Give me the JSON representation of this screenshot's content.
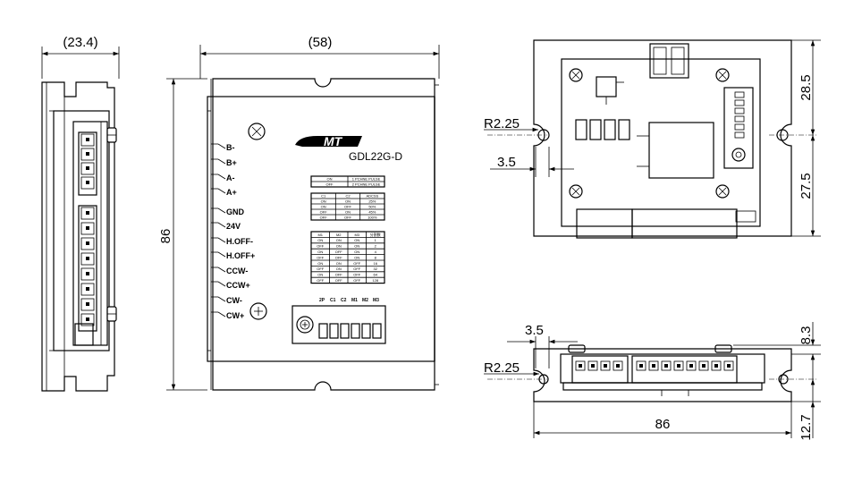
{
  "dimensions": {
    "side_width": "(23.4)",
    "front_width": "(58)",
    "height": "86",
    "radius_top": "R2.25",
    "hole_offset_top": "3.5",
    "upper_hole_height": "28.5",
    "lower_hole_height": "27.5",
    "bottom_offset": "3.5",
    "radius_bottom": "R2.25",
    "top_height": "8.3",
    "base_height": "12.7",
    "bottom_width": "86"
  },
  "front": {
    "logo": "MT",
    "model": "GDL22G-D",
    "terminals": [
      "B-",
      "B+",
      "A-",
      "A+",
      "GND",
      "24V",
      "H.OFF-",
      "H.OFF+",
      "CCW-",
      "CCW+",
      "CW-",
      "CW+"
    ],
    "switch_labels": [
      "2P",
      "C1",
      "C2",
      "M1",
      "M2",
      "M3"
    ]
  },
  "tables": {
    "pulse_mode": {
      "rows": [
        [
          "ON",
          "1 PCHNE PULSE"
        ],
        [
          "OFF",
          "2 PCHNE PULSE"
        ]
      ]
    },
    "current": {
      "header": [
        "C1",
        "C2",
        "ADCSS"
      ],
      "rows": [
        [
          "ON",
          "ON",
          "25%"
        ],
        [
          "ON",
          "OFF",
          "50%"
        ],
        [
          "OFF",
          "ON",
          "45%"
        ],
        [
          "OFF",
          "OFF",
          "100%"
        ]
      ]
    },
    "microstep": {
      "header": [
        "M1",
        "M2",
        "M3",
        "分割数"
      ],
      "rows": [
        [
          "ON",
          "ON",
          "ON",
          "1"
        ],
        [
          "OFF",
          "ON",
          "ON",
          "2"
        ],
        [
          "ON",
          "OFF",
          "ON",
          "4"
        ],
        [
          "OFF",
          "OFF",
          "ON",
          "8"
        ],
        [
          "ON",
          "ON",
          "OFF",
          "16"
        ],
        [
          "OFF",
          "ON",
          "OFF",
          "32"
        ],
        [
          "ON",
          "OFF",
          "OFF",
          "64"
        ],
        [
          "OFF",
          "OFF",
          "OFF",
          "128"
        ]
      ]
    }
  }
}
